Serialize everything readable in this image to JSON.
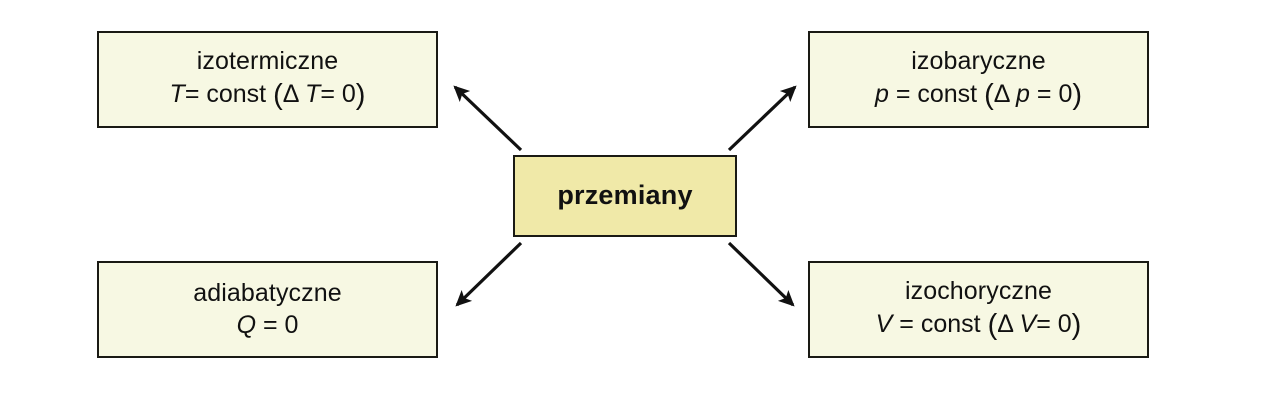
{
  "diagram": {
    "type": "concept-map",
    "title_node": {
      "id": "przemiany",
      "label": "przemiany",
      "fill": "#f0e9a8",
      "border": "#1a1a14"
    },
    "background": "#ffffff",
    "node_fill": "#f7f8e3",
    "node_border": "#1a1a14",
    "arrow_color": "#111111",
    "nodes": [
      {
        "id": "izotermiczne",
        "position": "top-left",
        "name": "izotermiczne",
        "condition_var": "T",
        "condition": "= const",
        "delta_open": "(",
        "delta_symbol": "Δ",
        "delta_var": "T",
        "delta_value": "= 0",
        "delta_close": ")"
      },
      {
        "id": "izobaryczne",
        "position": "top-right",
        "name": "izobaryczne",
        "condition_var": "p",
        "condition": "= const",
        "delta_open": "(",
        "delta_symbol": "Δ",
        "delta_var": "p",
        "delta_value": "= 0",
        "delta_close": ")"
      },
      {
        "id": "adiabatyczne",
        "position": "bottom-left",
        "name": "adiabatyczne",
        "condition_var": "Q",
        "condition": "= 0",
        "delta_open": "",
        "delta_symbol": "",
        "delta_var": "",
        "delta_value": "",
        "delta_close": ""
      },
      {
        "id": "izochoryczne",
        "position": "bottom-right",
        "name": "izochoryczne",
        "condition_var": "V",
        "condition": "= const",
        "delta_open": "(",
        "delta_symbol": "Δ",
        "delta_var": "V",
        "delta_value": "= 0",
        "delta_close": ")"
      }
    ],
    "arrows": [
      {
        "id": "arrow-to-izotermiczne",
        "from": "przemiany",
        "to": "izotermiczne",
        "direction": "up-left"
      },
      {
        "id": "arrow-to-izobaryczne",
        "from": "przemiany",
        "to": "izobaryczne",
        "direction": "up-right"
      },
      {
        "id": "arrow-to-adiabatyczne",
        "from": "przemiany",
        "to": "adiabatyczne",
        "direction": "down-left"
      },
      {
        "id": "arrow-to-izochoryczne",
        "from": "przemiany",
        "to": "izochoryczne",
        "direction": "down-right"
      }
    ]
  }
}
